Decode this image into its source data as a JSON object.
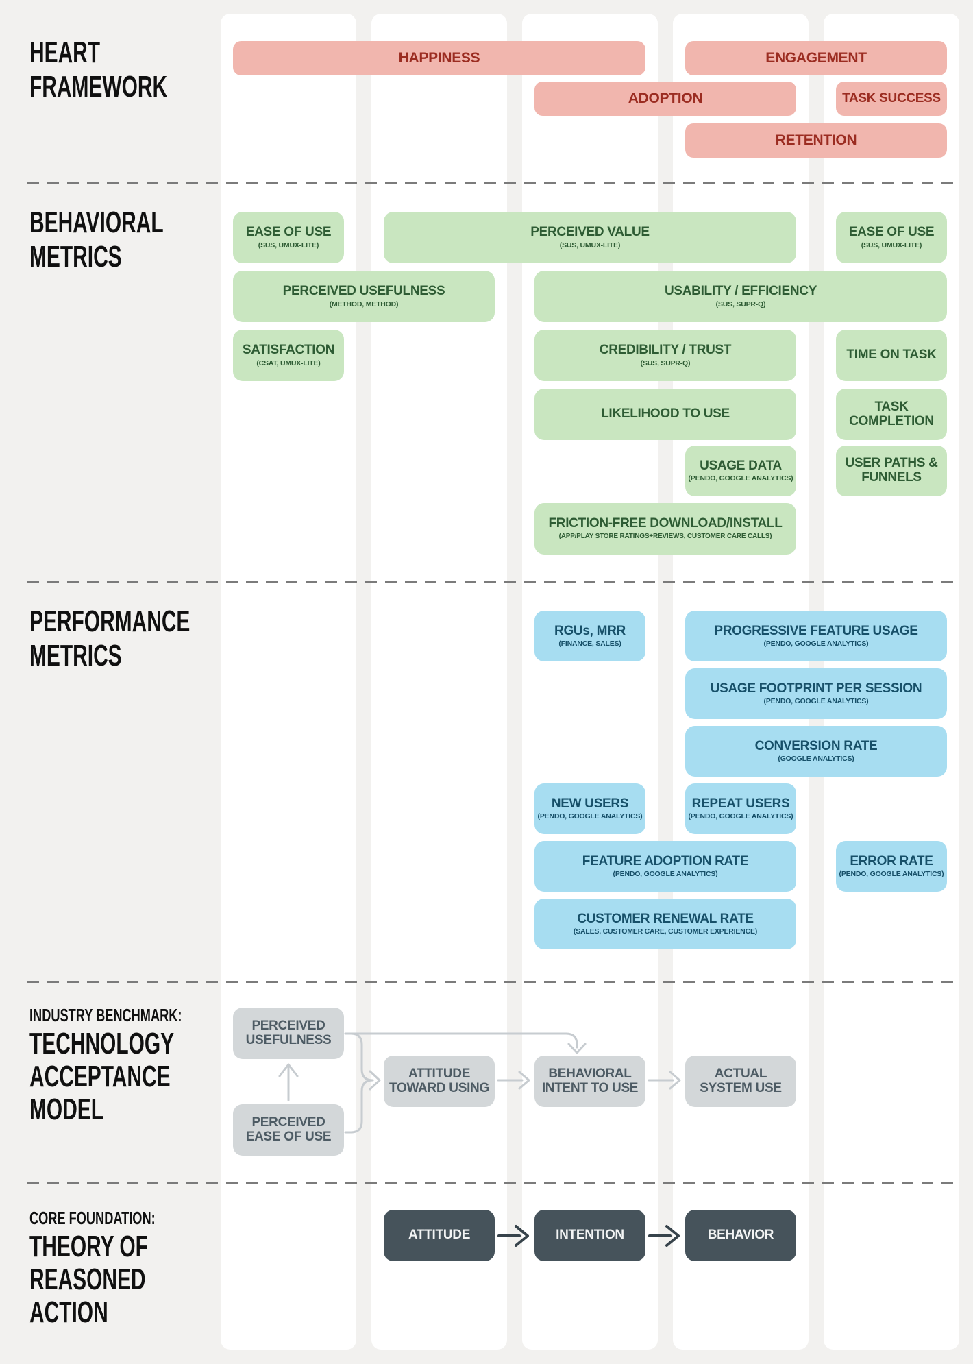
{
  "sections": {
    "heart": {
      "label_lines": [
        "HEART",
        "FRAMEWORK"
      ],
      "pills": [
        {
          "label": "HAPPINESS"
        },
        {
          "label": "ENGAGEMENT"
        },
        {
          "label": "ADOPTION"
        },
        {
          "label": "TASK SUCCESS"
        },
        {
          "label": "RETENTION"
        }
      ]
    },
    "behavioral": {
      "label_lines": [
        "BEHAVIORAL",
        "METRICS"
      ],
      "boxes": [
        {
          "label": "EASE OF USE",
          "sub": "(SUS, UMUX-LITE)"
        },
        {
          "label": "PERCEIVED VALUE",
          "sub": "(SUS, UMUX-LITE)"
        },
        {
          "label": "EASE OF USE",
          "sub": "(SUS, UMUX-LITE)"
        },
        {
          "label": "PERCEIVED USEFULNESS",
          "sub": "(METHOD, METHOD)"
        },
        {
          "label": "USABILITY / EFFICIENCY",
          "sub": "(SUS, SUPR-Q)"
        },
        {
          "label": "SATISFACTION",
          "sub": "(CSAT, UMUX-LITE)"
        },
        {
          "label": "CREDIBILITY / TRUST",
          "sub": "(SUS, SUPR-Q)"
        },
        {
          "label": "TIME ON TASK",
          "sub": ""
        },
        {
          "label": "LIKELIHOOD TO USE",
          "sub": ""
        },
        {
          "label": "TASK COMPLETION",
          "sub": ""
        },
        {
          "label": "USAGE DATA",
          "sub": "(PENDO, GOOGLE ANALYTICS)"
        },
        {
          "label": "USER PATHS & FUNNELS",
          "sub": ""
        },
        {
          "label": "FRICTION-FREE DOWNLOAD/INSTALL",
          "sub": "(APP/PLAY STORE RATINGS+REVIEWS, CUSTOMER CARE CALLS)"
        }
      ]
    },
    "performance": {
      "label_lines": [
        "PERFORMANCE",
        "METRICS"
      ],
      "boxes": [
        {
          "label": "RGUs, MRR",
          "sub": "(FINANCE, SALES)"
        },
        {
          "label": "PROGRESSIVE FEATURE USAGE",
          "sub": "(PENDO, GOOGLE ANALYTICS)"
        },
        {
          "label": "USAGE FOOTPRINT PER SESSION",
          "sub": "(PENDO, GOOGLE ANALYTICS)"
        },
        {
          "label": "CONVERSION RATE",
          "sub": "(GOOGLE ANALYTICS)"
        },
        {
          "label": "NEW USERS",
          "sub": "(PENDO, GOOGLE ANALYTICS)"
        },
        {
          "label": "REPEAT USERS",
          "sub": "(PENDO, GOOGLE ANALYTICS)"
        },
        {
          "label": "FEATURE ADOPTION RATE",
          "sub": "(PENDO, GOOGLE ANALYTICS)"
        },
        {
          "label": "ERROR RATE",
          "sub": "(PENDO, GOOGLE ANALYTICS)"
        },
        {
          "label": "CUSTOMER RENEWAL RATE",
          "sub": "(SALES, CUSTOMER CARE, CUSTOMER EXPERIENCE)"
        }
      ]
    },
    "tam": {
      "kicker": "INDUSTRY BENCHMARK:",
      "label_lines": [
        "TECHNOLOGY",
        "ACCEPTANCE",
        "MODEL"
      ],
      "boxes": [
        {
          "label": "PERCEIVED USEFULNESS"
        },
        {
          "label": "PERCEIVED EASE OF USE"
        },
        {
          "label": "ATTITUDE TOWARD USING"
        },
        {
          "label": "BEHAVIORAL INTENT TO USE"
        },
        {
          "label": "ACTUAL SYSTEM USE"
        }
      ]
    },
    "tra": {
      "kicker": "CORE FOUNDATION:",
      "label_lines": [
        "THEORY OF",
        "REASONED",
        "ACTION"
      ],
      "boxes": [
        {
          "label": "ATTITUDE"
        },
        {
          "label": "INTENTION"
        },
        {
          "label": "BEHAVIOR"
        }
      ]
    }
  },
  "colors": {
    "background": "#f2f1ef",
    "column": "#ffffff",
    "heart_fill": "#f1b6ae",
    "heart_text": "#9b2c21",
    "behavioral_fill": "#c9e6c0",
    "behavioral_text": "#2e5c34",
    "performance_fill": "#a7ddf1",
    "performance_text": "#175069",
    "tam_fill": "#d3d7d9",
    "tam_text": "#4d5b64",
    "tam_arrow": "#c7ccd0",
    "tra_fill": "#46535b",
    "tra_text": "#f2f4f4",
    "tra_arrow": "#37434b",
    "divider": "#7b7b7b"
  }
}
